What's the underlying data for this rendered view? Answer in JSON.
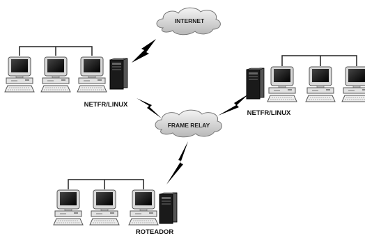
{
  "clouds": {
    "internet": "INTERNET",
    "frame_relay": "FRAME RELAY"
  },
  "nodes": {
    "left": "NETFR/LINUX",
    "right": "NETFR/LINUX",
    "bottom": "ROTEADOR"
  }
}
